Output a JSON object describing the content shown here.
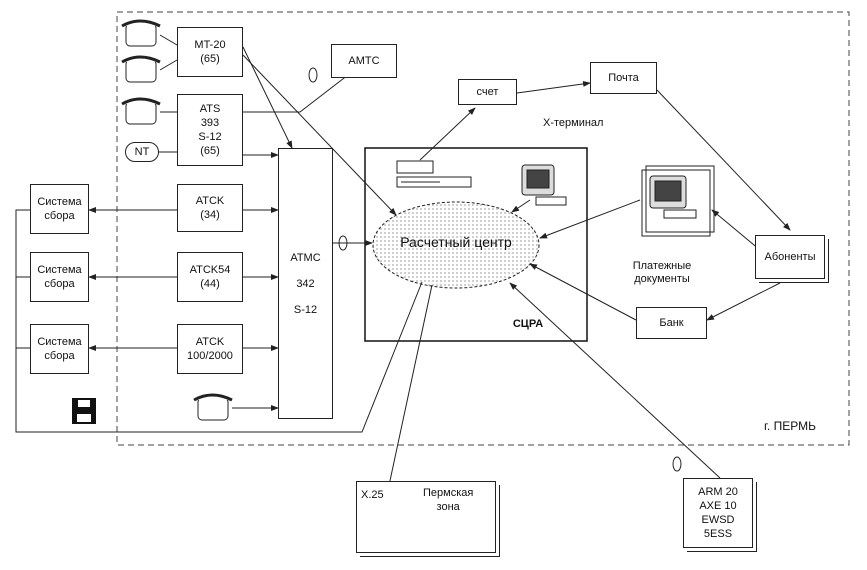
{
  "telephone_exchanges": {
    "mt20": "MT-20\n(65)",
    "ats393": "ATS\n393\nS-12\n(65)",
    "atsk34": "ATCK\n(34)",
    "atsk54": "ATCK54\n(44)",
    "atsk100": "ATCK\n100/2000"
  },
  "nt_label": "NT",
  "amts": "AMTC",
  "atms": {
    "line1": "ATMC",
    "line2": "342",
    "line3": "S-12"
  },
  "collection_systems": [
    "Система\nсбора",
    "Система\nсбора",
    "Система\nсбора"
  ],
  "billing_center": "Расчетный центр",
  "scra_label": "СЦРА",
  "invoice": "счет",
  "post": "Почта",
  "x_terminal": "X-терминал",
  "payment_docs": "Платежные\nдокументы",
  "subscribers": "Абоненты",
  "bank": "Банк",
  "city_label": "г. ПЕРМЬ",
  "perm_zone": {
    "x25": "X.25",
    "name": "Пермская\nзона"
  },
  "switch_types": "ARM 20\nAXE 10\nEWSD\n5ESS"
}
